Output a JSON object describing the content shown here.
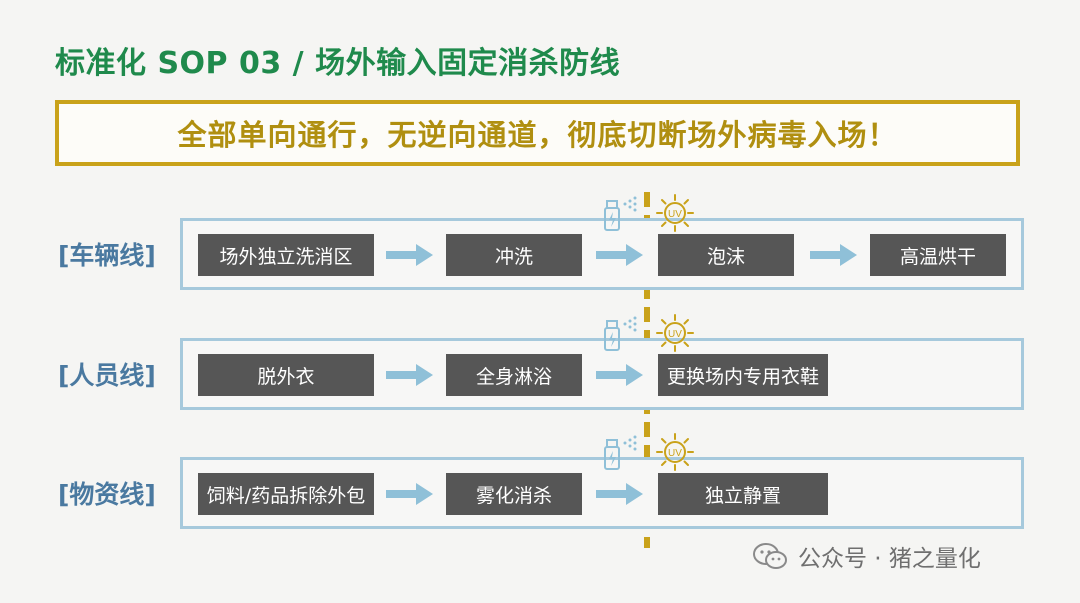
{
  "title": "标准化 SOP 03 / 场外输入固定消杀防线",
  "banner": "全部单向通行，无逆向通道，彻底切断场外病毒入场！",
  "icons": {
    "spray": "spray-disinfect-icon",
    "uv": "uv-sun-icon",
    "uv_text": "UV"
  },
  "lines": [
    {
      "label": "[车辆线]",
      "steps": [
        "场外独立洗消区",
        "冲洗",
        "泡沫",
        "高温烘干"
      ]
    },
    {
      "label": "[人员线]",
      "steps": [
        "脱外衣",
        "全身淋浴",
        "更换场内专用衣鞋"
      ]
    },
    {
      "label": "[物资线]",
      "steps": [
        "饲料/药品拆除外包",
        "雾化消杀",
        "独立静置"
      ]
    }
  ],
  "watermark": "公众号 · 猪之量化",
  "colors": {
    "title": "#1f8a4c",
    "banner": "#b08f10",
    "label": "#4a79a0",
    "box": "#565656",
    "arrow": "#8fc0d8",
    "divider": "#c9a21a"
  }
}
